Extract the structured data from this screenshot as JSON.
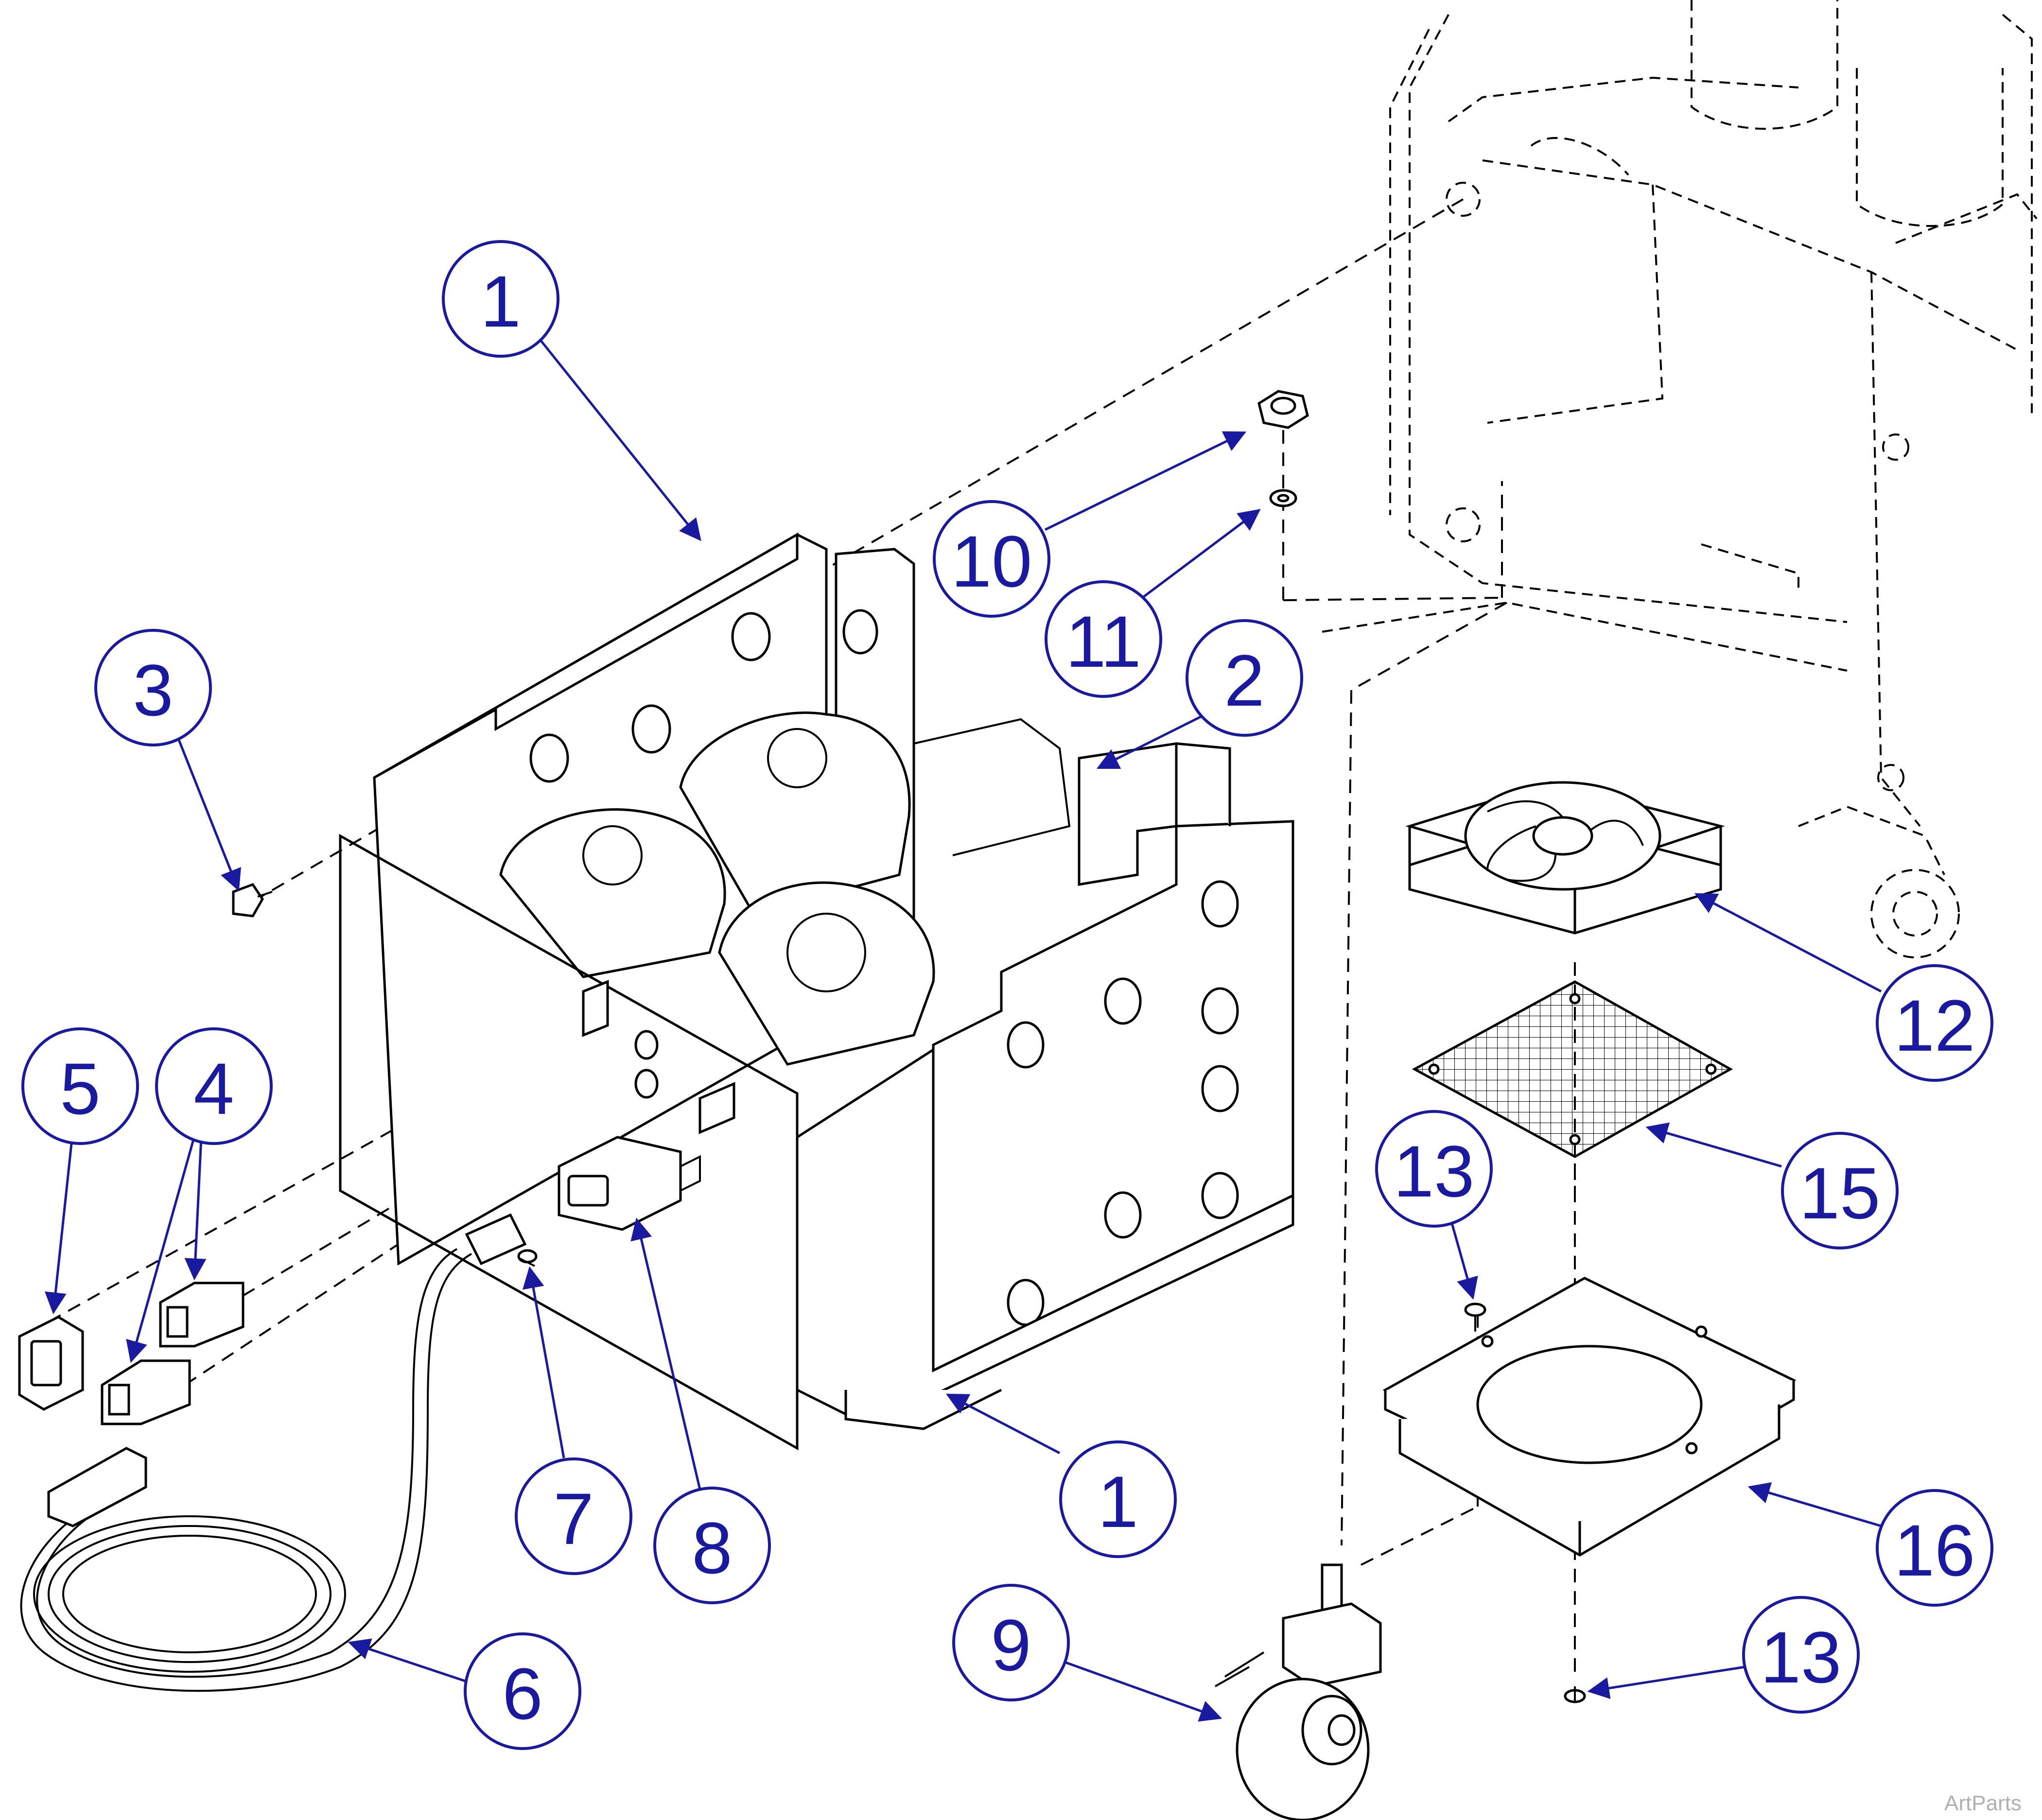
{
  "colors": {
    "callout": "#1a1aa0",
    "line": "#000000",
    "background": "#ffffff",
    "watermark": "#b0b0b0"
  },
  "callouts": [
    {
      "label": "1"
    },
    {
      "label": "1"
    },
    {
      "label": "2"
    },
    {
      "label": "3"
    },
    {
      "label": "4"
    },
    {
      "label": "5"
    },
    {
      "label": "6"
    },
    {
      "label": "7"
    },
    {
      "label": "8"
    },
    {
      "label": "9"
    },
    {
      "label": "10"
    },
    {
      "label": "11"
    },
    {
      "label": "12"
    },
    {
      "label": "13"
    },
    {
      "label": "13"
    },
    {
      "label": "15"
    },
    {
      "label": "16"
    }
  ],
  "watermark": "ArtParts"
}
